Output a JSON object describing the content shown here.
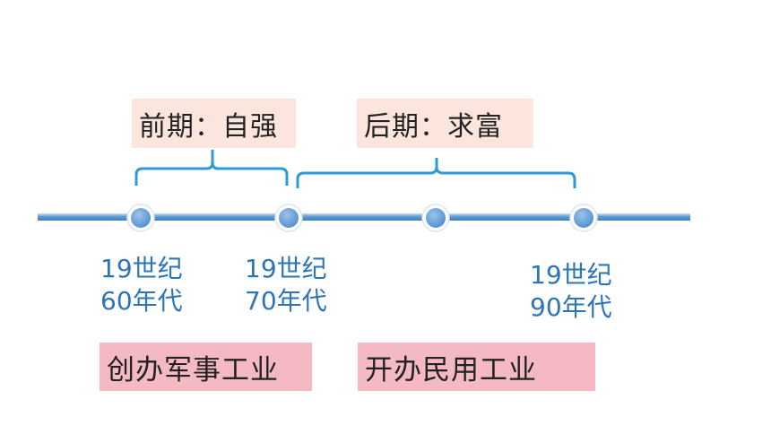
{
  "phases": {
    "early": "前期：自强",
    "late": "后期：求富"
  },
  "dates": [
    {
      "line1": "19世纪",
      "line2": "60年代"
    },
    {
      "line1": "19世纪",
      "line2": "70年代"
    },
    {
      "line1": "19世纪",
      "line2": "90年代"
    }
  ],
  "industries": {
    "military": "创办军事工业",
    "civil": "开办民用工业"
  },
  "colors": {
    "line": "#5b9bd5",
    "dot": "#6fa8dc",
    "date_text": "#2e75b6",
    "phase_bg": "#fbe5dc",
    "industry_bg": "#f4b9c3"
  }
}
